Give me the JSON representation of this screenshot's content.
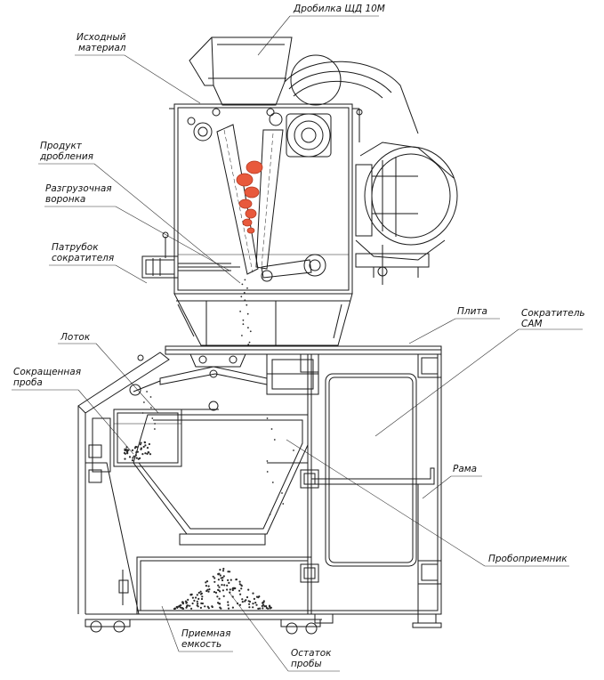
{
  "labels": {
    "crusher": "Дробилка ЩД 10М",
    "source_material": [
      "Исходный",
      "материал"
    ],
    "crushed_product": [
      "Продукт",
      "дробления"
    ],
    "discharge_funnel": [
      "Разгрузочная",
      "воронка"
    ],
    "divider_pipe": [
      "Патрубок",
      "сократителя"
    ],
    "plate": "Плита",
    "divider_sam": [
      "Сократитель",
      "САМ"
    ],
    "chute": "Лоток",
    "reduced_sample": [
      "Сокращенная",
      "проба"
    ],
    "frame": "Рама",
    "sample_receiver": "Пробоприемник",
    "receiving_tank": [
      "Приемная",
      "емкость"
    ],
    "sample_residue": [
      "Остаток",
      "пробы"
    ]
  },
  "colors": {
    "line": "#1a1a1a",
    "ore": "#e8593c",
    "ore_outline": "#b33a22",
    "particles": "#2a2a2a"
  }
}
